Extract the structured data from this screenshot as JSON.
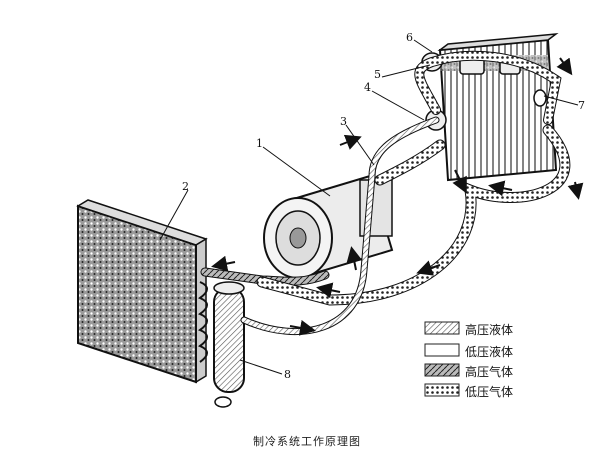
{
  "labels": {
    "n1": "1",
    "n2": "2",
    "n3": "3",
    "n4": "4",
    "n5": "5",
    "n6": "6",
    "n7": "7",
    "n8": "8"
  },
  "legend": {
    "items": [
      {
        "text": "高压液体",
        "fill": "hatch"
      },
      {
        "text": "低压液体",
        "fill": "blank"
      },
      {
        "text": "高压气体",
        "fill": "coarse"
      },
      {
        "text": "低压气体",
        "fill": "dots"
      }
    ]
  },
  "caption": "制冷系统工作原理图",
  "colors": {
    "ink": "#1a1a1a",
    "paper": "#ffffff"
  }
}
